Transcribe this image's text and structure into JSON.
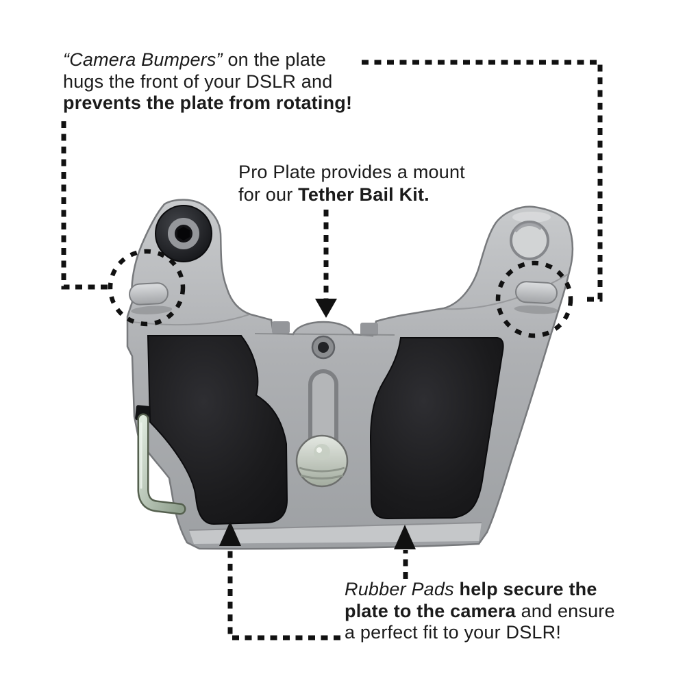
{
  "colors": {
    "background": "#ffffff",
    "text": "#1b1b1b",
    "annotation_black": "#111111",
    "plate_silver": "#aeb0b3",
    "rubber_pad_black": "#18181a",
    "hex_key_green": "#b9c7b9"
  },
  "callouts": {
    "camera_bumpers": {
      "line1_italic": "“Camera Bumpers”",
      "line1_regular": " on the plate",
      "line2": "hugs the front of your DSLR and",
      "line3_bold": "prevents the plate from rotating!"
    },
    "tether_mount": {
      "line1": "Pro Plate provides a mount",
      "line2_regular": "for our ",
      "line2_bold": "Tether Bail Kit."
    },
    "rubber_pads": {
      "line1_italic": "Rubber Pads",
      "line1_bold": " help secure the",
      "line2_bold": "plate to the camera",
      "line2_regular": " and ensure",
      "line3": "a perfect fit to your DSLR!"
    }
  }
}
